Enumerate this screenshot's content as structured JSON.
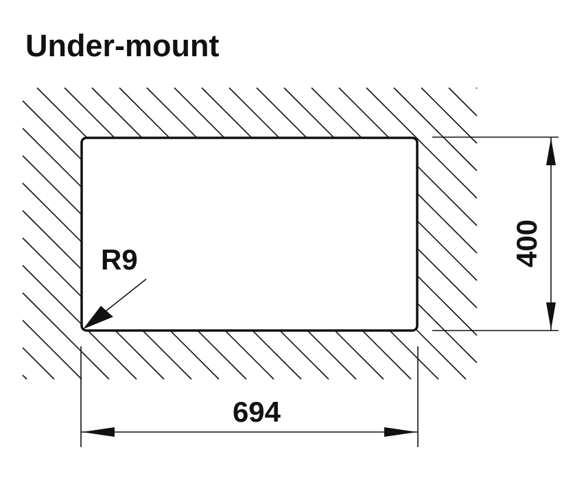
{
  "title": "Under-mount",
  "dimensions": {
    "width_label": "694",
    "height_label": "400",
    "radius_label": "R9"
  },
  "colors": {
    "line": "#111111",
    "background": "#ffffff"
  }
}
